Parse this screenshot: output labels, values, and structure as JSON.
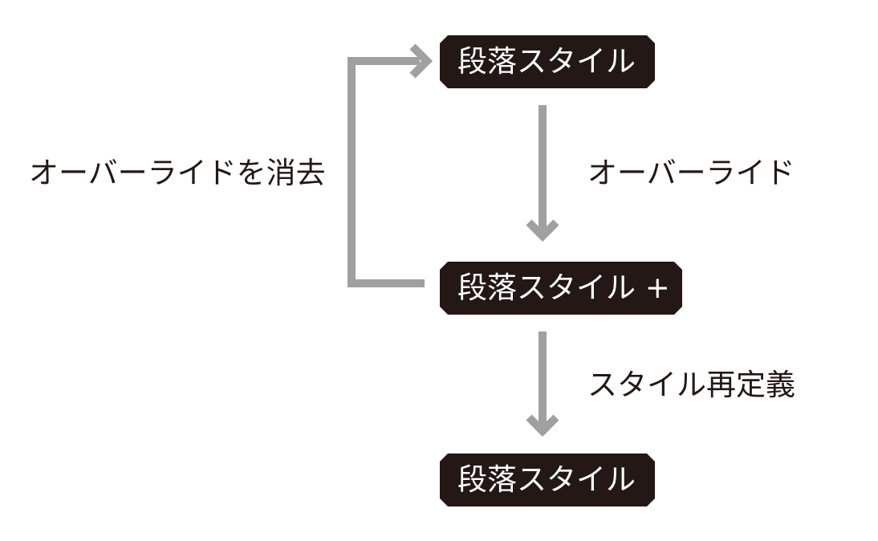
{
  "nodes": {
    "top": "段落スタイル",
    "middle": "段落スタイル +",
    "bottom": "段落スタイル"
  },
  "edges": {
    "clear_override": "オーバーライドを消去",
    "override": "オーバーライド",
    "redefine_style": "スタイル再定義"
  },
  "colors": {
    "box_fill": "#231815",
    "box_text": "#ffffff",
    "arrow": "#a0a0a0",
    "label_text": "#231815"
  }
}
